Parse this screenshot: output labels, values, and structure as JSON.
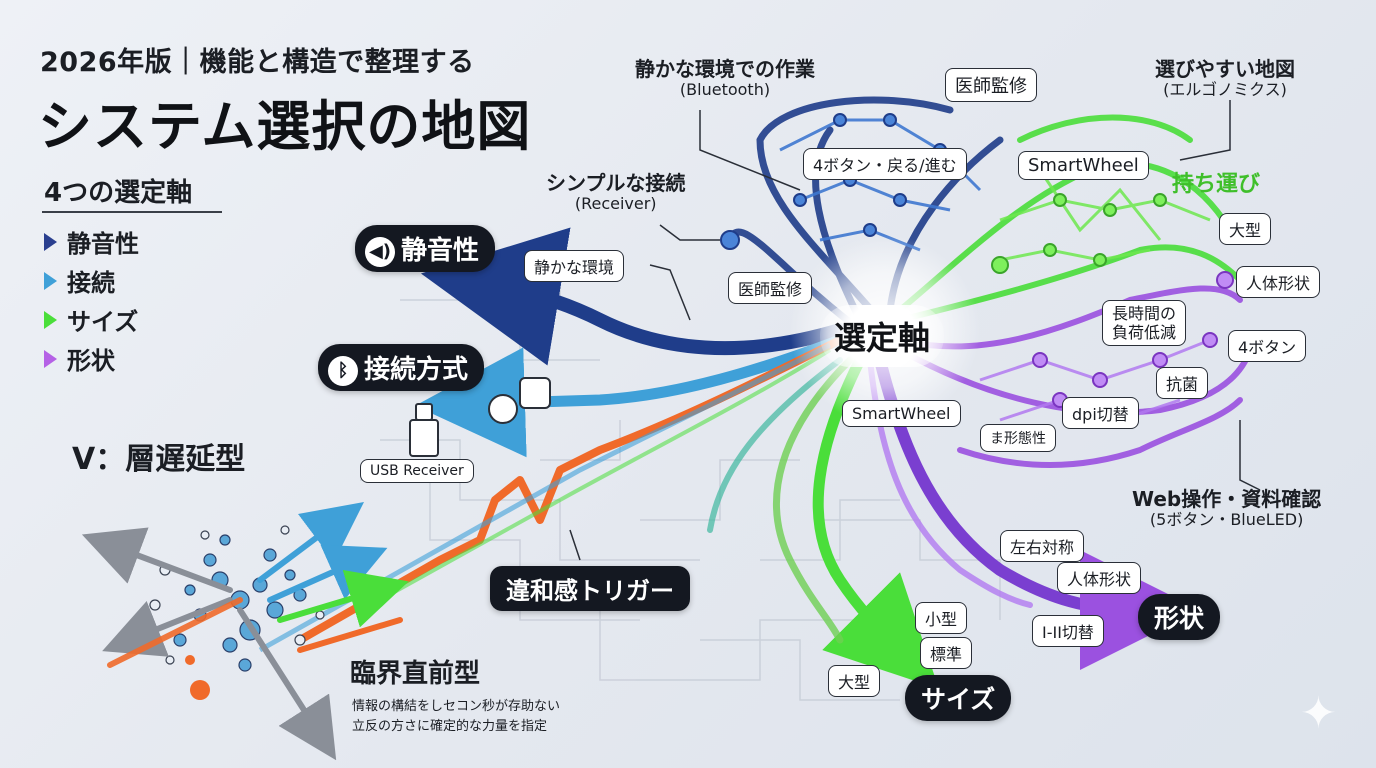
{
  "header": {
    "subtitle": "2026年版｜機能と構造で整理する",
    "title": "システム選択の地図"
  },
  "axes_panel": {
    "heading": "4つの選定軸",
    "items": [
      {
        "label": "静音性",
        "color": "#2a3f8f"
      },
      {
        "label": "接続",
        "color": "#3fa0d8"
      },
      {
        "label": "サイズ",
        "color": "#4ade3a"
      },
      {
        "label": "形状",
        "color": "#b561e6"
      }
    ]
  },
  "center": {
    "label": "選定軸"
  },
  "branches": {
    "quiet": {
      "pill": "静音性",
      "callout_title": "静かな環境での作業",
      "callout_sub": "(Bluetooth)",
      "tag_env": "静かな環境",
      "tag_doctor_top": "医師監修",
      "tag_doctor_mid": "医師監修",
      "tag_buttons": "4ボタン・戻る/進む"
    },
    "connection": {
      "pill": "接続方式",
      "callout_title": "シンプルな接続",
      "callout_sub": "(Receiver)",
      "tag_usb": "USB Receiver"
    },
    "size": {
      "pill": "サイズ",
      "tag_smartwheel": "SmartWheel",
      "tag_small": "小型",
      "tag_standard": "標準",
      "tag_large": "大型"
    },
    "shape": {
      "pill": "形状",
      "tag_symmetric": "左右対称",
      "tag_ergo": "人体形状",
      "tag_switch": "I-II切替"
    },
    "portable": {
      "label": "持ち運び",
      "callout_title": "選びやすい地図",
      "callout_sub": "(エルゴノミクス)",
      "tag_smartwheel": "SmartWheel",
      "tag_large": "大型",
      "tag_ergo": "人体形状"
    },
    "purple_cluster": {
      "tag_longtime": "長時間の\n負荷低減",
      "tag_4buttons": "4ボタン",
      "tag_antibac": "抗菌",
      "tag_dpi": "dpi切替",
      "tag_misc": "ま形態性",
      "callout_title": "Web操作・資料確認",
      "callout_sub": "(5ボタン・BlueLED)"
    }
  },
  "left_side": {
    "v_type": "V：層遅延型",
    "trigger": "違和感トリガー",
    "critical_title": "臨界直前型",
    "critical_line1": "情報の構結をしセコン秒が存助ない",
    "critical_line2": "立反の方さに確定的な力量を指定"
  },
  "colors": {
    "navy": "#1f3d8a",
    "sky": "#3fa0d8",
    "green": "#4ade3a",
    "purple": "#9b51e0",
    "orange": "#f06a2a",
    "dark": "#141821"
  },
  "icons": {
    "quiet": "speaker-icon",
    "connection": "bluetooth-icon",
    "usb": "usb-icon",
    "sparkle": "sparkle-icon"
  }
}
